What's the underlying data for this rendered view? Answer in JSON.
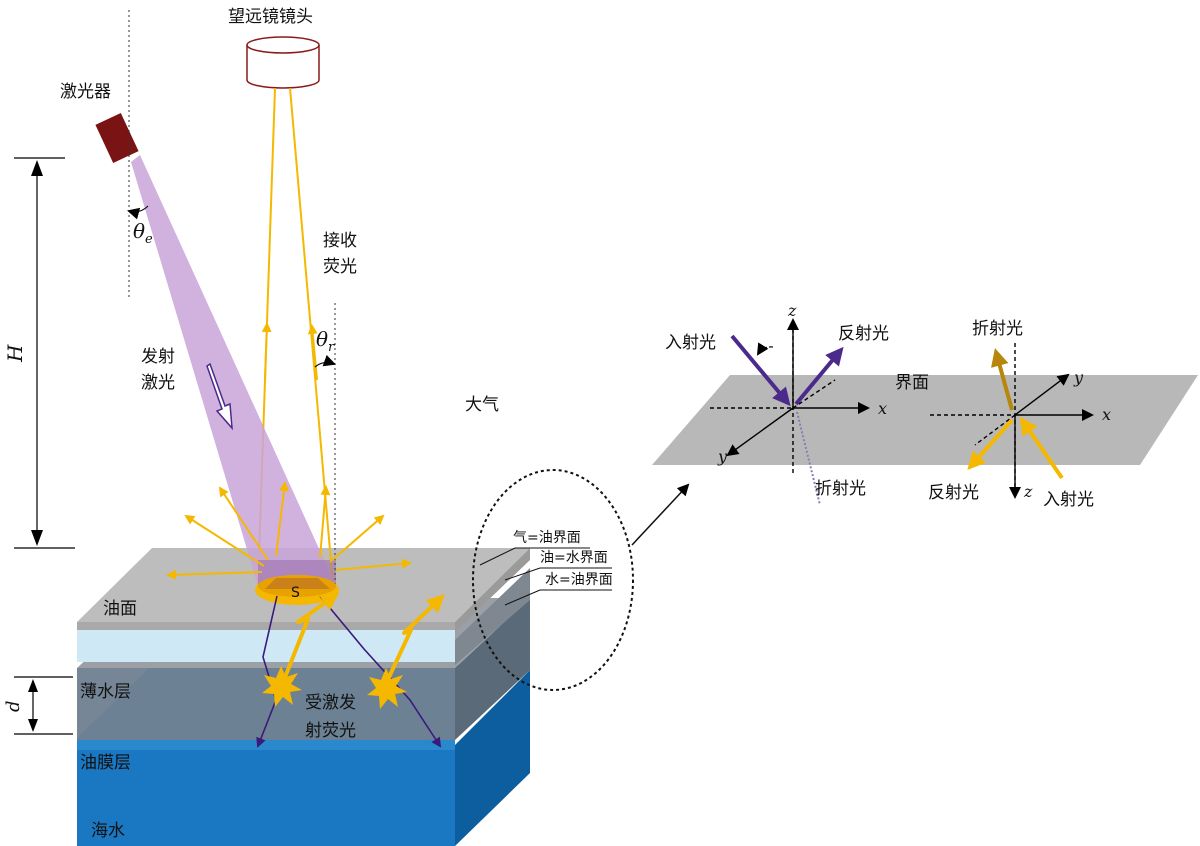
{
  "labels": {
    "telescope": "望远镜镜头",
    "laser": "激光器",
    "receive_fluorescence_1": "接收",
    "receive_fluorescence_2": "荧光",
    "emit_laser_1": "发射",
    "emit_laser_2": "激光",
    "atmosphere": "大气",
    "spot": "S",
    "oil_surface": "油面",
    "thin_water": "薄水层",
    "oil_film": "油膜层",
    "seawater": "海水",
    "excited_1": "受激发",
    "excited_2": "射荧光",
    "air_oil": "气=油界面",
    "oil_water": "油=水界面",
    "water_oil": "水=油界面"
  },
  "symbols": {
    "H": "H",
    "d": "d",
    "theta_e_main": "θ",
    "theta_e_sub": "e",
    "theta_r_main": "θ",
    "theta_r_sub": "r"
  },
  "inset_left": {
    "incident": "入射光",
    "reflected": "反射光",
    "refracted": "折射光",
    "x": "x",
    "y": "y",
    "z": "z"
  },
  "inset_right": {
    "interface": "界面",
    "refracted": "折射光",
    "reflected": "反射光",
    "incident": "入射光",
    "x": "x",
    "y": "y",
    "z": "z"
  },
  "colors": {
    "laser_body": "#7a1414",
    "laser_beam": "#c9a3d8",
    "fluorescence": "#f5b800",
    "refracted_path": "#3a1a7a",
    "incident_purple": "#4b2a8c",
    "gray_plane": "#b8b8b8",
    "seawater": "#1a78c2"
  }
}
